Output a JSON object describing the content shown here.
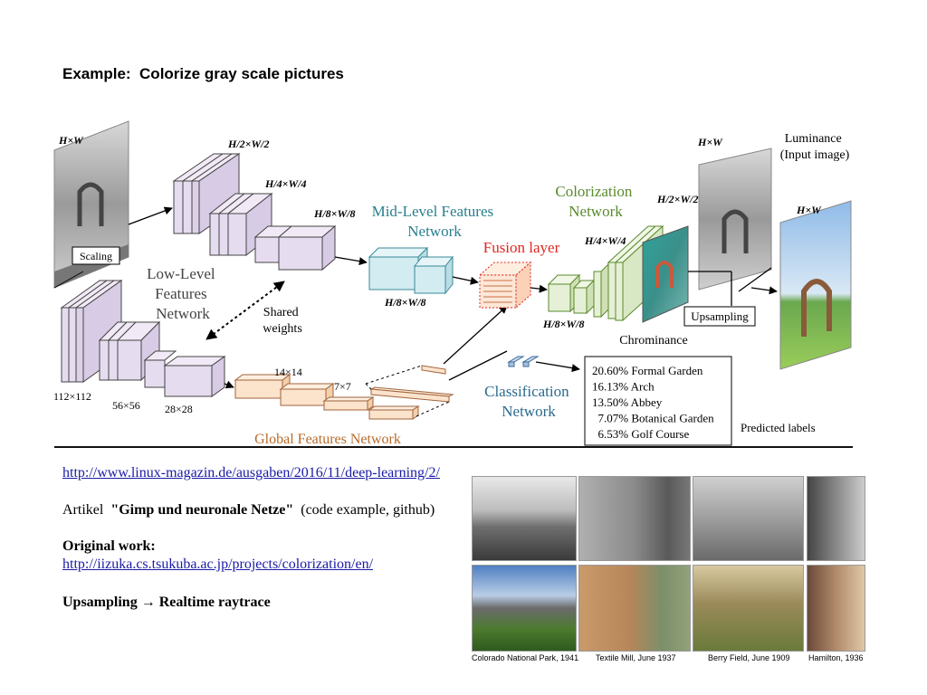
{
  "heading": "Example:  Colorize gray scale pictures",
  "diagram": {
    "dims": {
      "hw": "H×W",
      "h2w2": "H/2×W/2",
      "h4w4": "H/4×W/4",
      "h8w8": "H/8×W/8",
      "s112": "112×112",
      "s56": "56×56",
      "s28": "28×28",
      "s14": "14×14",
      "s7": "7×7"
    },
    "labels": {
      "scaling": "Scaling",
      "low_level": [
        "Low-Level",
        "Features",
        "Network"
      ],
      "shared": [
        "Shared",
        "weights"
      ],
      "mid_level": [
        "Mid-Level Features",
        "Network"
      ],
      "fusion": "Fusion layer",
      "colorization": [
        "Colorization",
        "Network"
      ],
      "luminance": [
        "Luminance",
        "(Input image)"
      ],
      "upsampling": "Upsampling",
      "chrominance": "Chrominance",
      "classification": [
        "Classification",
        "Network"
      ],
      "global": "Global Features Network",
      "predicted": "Predicted labels"
    },
    "predictions": [
      "20.60% Formal Garden",
      "16.13% Arch",
      "13.50% Abbey",
      "  7.07% Botanical Garden",
      "  6.53% Golf Course"
    ],
    "colors": {
      "low_level": "#e6dcef",
      "mid_level": "#d3ecf1",
      "fusion": "#fde7d8",
      "colorization": "#e6f0d6",
      "global": "#fbe3cc",
      "fusion_text": "#e0271f",
      "mid_text": "#2a7f8e",
      "color_text": "#5a8a2c",
      "global_text": "#b86a2a"
    }
  },
  "links": {
    "linux_magazin": "http://www.linux-magazin.de/ausgaben/2016/11/deep-learning/2/",
    "iizuka": "http://iizuka.cs.tsukuba.ac.jp/projects/colorization/en/"
  },
  "article": {
    "prefix": "Artikel  ",
    "title": "\"Gimp und neuronale Netze\"",
    "suffix": "  (code example, github)"
  },
  "original_work": "Original work:",
  "upsampling_line": "Upsampling → Realtime raytrace",
  "photo_captions": [
    "Colorado National Park, 1941",
    "Textile Mill, June 1937",
    "Berry Field, June 1909",
    "Hamilton, 1936"
  ]
}
